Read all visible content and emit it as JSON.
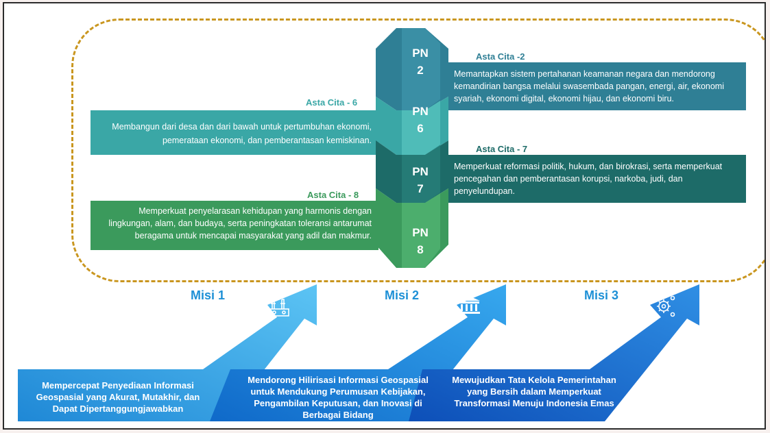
{
  "colors": {
    "dash_border": "#c9961f",
    "asta_2": "#2f7f95",
    "asta_6": "#3aa7a6",
    "asta_7": "#1d6b68",
    "asta_8": "#3b9a5c",
    "misi_title": "#1e90d6",
    "misi_1": "#2fa6e8",
    "misi_2": "#1a86e0",
    "misi_3": "#1560c8"
  },
  "pillars": [
    {
      "pn": "PN",
      "num": "2",
      "color": "#2f7f95"
    },
    {
      "pn": "PN",
      "num": "6",
      "color": "#3aa7a6"
    },
    {
      "pn": "PN",
      "num": "7",
      "color": "#1d6b68"
    },
    {
      "pn": "PN",
      "num": "8",
      "color": "#3b9a5c"
    }
  ],
  "asta_cita": [
    {
      "title": "Asta Cita -2",
      "title_color": "#2f7f95",
      "text": "Memantapkan sistem pertahanan keamanan negara dan mendorong kemandirian bangsa melalui swasembada pangan, energi, air, ekonomi syariah, ekonomi digital, ekonomi hijau, dan ekonomi biru."
    },
    {
      "title": "Asta Cita - 6",
      "title_color": "#3aa7a6",
      "text": "Membangun dari desa dan dari bawah untuk pertumbuhan ekonomi, pemerataan ekonomi, dan pemberantasan kemiskinan."
    },
    {
      "title": "Asta Cita - 7",
      "title_color": "#1d6b68",
      "text": "Memperkuat reformasi politik, hukum, dan birokrasi, serta memperkuat pencegahan dan pemberantasan korupsi, narkoba, judi, dan penyelundupan."
    },
    {
      "title": "Asta Cita - 8",
      "title_color": "#3b9a5c",
      "text": "Memperkuat penyelarasan kehidupan yang harmonis dengan lingkungan, alam, dan budaya, serta peningkatan toleransi antarumat beragama untuk mencapai masyarakat yang adil dan makmur."
    }
  ],
  "misi": [
    {
      "title": "Misi 1",
      "icon": "industry-icon",
      "text": "Mempercepat Penyediaan Informasi Geospasial yang Akurat, Mutakhir, dan Dapat Dipertanggungjawabkan"
    },
    {
      "title": "Misi 2",
      "icon": "government-building-icon",
      "text": "Mendorong Hilirisasi Informasi Geospasial untuk Mendukung Perumusan Kebijakan, Pengambilan Keputusan, dan Inovasi di Berbagai Bidang"
    },
    {
      "title": "Misi 3",
      "icon": "network-gear-icon",
      "text": "Mewujudkan Tata Kelola Pemerintahan yang Bersih dalam Memperkuat Transformasi Menuju Indonesia Emas"
    }
  ]
}
